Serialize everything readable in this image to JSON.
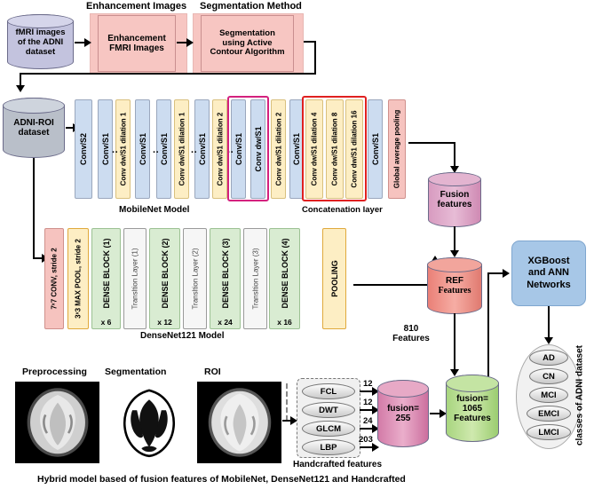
{
  "figure": {
    "caption": "Hybrid model based of fusion features of MobileNet, DenseNet121 and Handcrafted",
    "top_labels": {
      "enhancement": "Enhancement Images",
      "segmentation": "Segmentation Method"
    }
  },
  "datasets": {
    "source": "fMRI images\nof the ADNI\ndataset",
    "source_l1": "fMRI images",
    "source_l2": "of the ADNI",
    "source_l3": "dataset",
    "roi_l1": "ADNI-ROI",
    "roi_l2": "dataset"
  },
  "preprocess": {
    "enhancement_l1": "Enhancement",
    "enhancement_l2": "FMRI Images",
    "segmentation_l1": "Segmentation",
    "segmentation_l2": "using Active",
    "segmentation_l3": "Contour Algorithm"
  },
  "mobilenet": {
    "title": "MobileNet Model",
    "concat_label": "Concatenation layer",
    "layers": [
      {
        "label": "Conv/S2",
        "type": "blue"
      },
      {
        "label": "Conv/S1",
        "type": "blue"
      },
      {
        "label": "Conv dw/S1 dilation 1",
        "type": "yellow"
      },
      {
        "label": "Conv/S1",
        "type": "blue"
      },
      {
        "label": "Conv/S1",
        "type": "blue"
      },
      {
        "label": "Conv dw/S1 dilation 1",
        "type": "yellow"
      },
      {
        "label": "Conv/S1",
        "type": "blue"
      },
      {
        "label": "Conv dw/S1 dilation 2",
        "type": "yellow"
      },
      {
        "label": "Conv/S1",
        "type": "blue"
      },
      {
        "label": "Conv dw/S1",
        "type": "blue"
      },
      {
        "label": "Conv dw/S1 dilation 2",
        "type": "yellow"
      },
      {
        "label": "Conv/S1",
        "type": "blue"
      },
      {
        "label": "Conv dw/S1 dilation 4",
        "type": "yellow"
      },
      {
        "label": "Conv dw/S1 dilation 8",
        "type": "yellow"
      },
      {
        "label": "Conv dw/S1 dilation 16",
        "type": "yellow"
      },
      {
        "label": "Conv/S1",
        "type": "blue"
      },
      {
        "label": "Global average pooling",
        "type": "red"
      }
    ]
  },
  "densenet": {
    "title": "DenseNet121 Model",
    "layers": [
      {
        "label": "7ˣ7 CONV, stride 2",
        "type": "red",
        "mult": ""
      },
      {
        "label": "3ˣ3 MAX POOL, stride 2",
        "type": "orange",
        "mult": ""
      },
      {
        "label": "DENSE BLOCK (1)",
        "type": "green",
        "mult": "x 6"
      },
      {
        "label": "Transltion Layer (1)",
        "type": "white",
        "mult": ""
      },
      {
        "label": "DENSE BLOCK (2)",
        "type": "green",
        "mult": "x 12"
      },
      {
        "label": "Transltion Layer (2)",
        "type": "white",
        "mult": ""
      },
      {
        "label": "DENSE BLOCK (3)",
        "type": "green",
        "mult": "x 24"
      },
      {
        "label": "Transltion Layer (3)",
        "type": "white",
        "mult": ""
      },
      {
        "label": "DENSE BLOCK (4)",
        "type": "green",
        "mult": "x 16"
      },
      {
        "label": "POOLING",
        "type": "orange",
        "mult": ""
      }
    ]
  },
  "features": {
    "fusion_l1": "Fusion",
    "fusion_l2": "features",
    "ref_l1": "REF",
    "ref_l2": "Features",
    "ref_count": "810",
    "ref_count_unit": "Features",
    "handcrafted_fusion_l1": "fusion=",
    "handcrafted_fusion_l2": "255",
    "final_fusion_l1": "fusion=",
    "final_fusion_l2": "1065",
    "final_fusion_l3": "Features"
  },
  "handcrafted": {
    "title": "Handcrafted features",
    "methods": [
      {
        "name": "FCL",
        "count": "12"
      },
      {
        "name": "DWT",
        "count": "12"
      },
      {
        "name": "GLCM",
        "count": "24"
      },
      {
        "name": "LBP",
        "count": "203"
      }
    ]
  },
  "classifier": {
    "l1": "XGBoost",
    "l2": "and ANN",
    "l3": "Networks",
    "side_label": "classes of ADNI dataset",
    "classes": [
      "AD",
      "CN",
      "MCI",
      "EMCI",
      "LMCI"
    ]
  },
  "image_row": {
    "labels": [
      "Preprocessing",
      "Segmentation",
      "ROI"
    ]
  },
  "colors": {
    "blue_layer": "#ccdcf0",
    "yellow_layer": "#fdeec4",
    "red_layer": "#f6c3bf",
    "green_layer": "#d9ecd2",
    "magenta_bracket": "#d4217e",
    "red_bracket": "#e02020",
    "fusion_cyl": "#dda0c4",
    "ref_cyl": "#f08a80",
    "final_cyl": "#b9e08e",
    "classifier_box": "#a7c7e7"
  }
}
